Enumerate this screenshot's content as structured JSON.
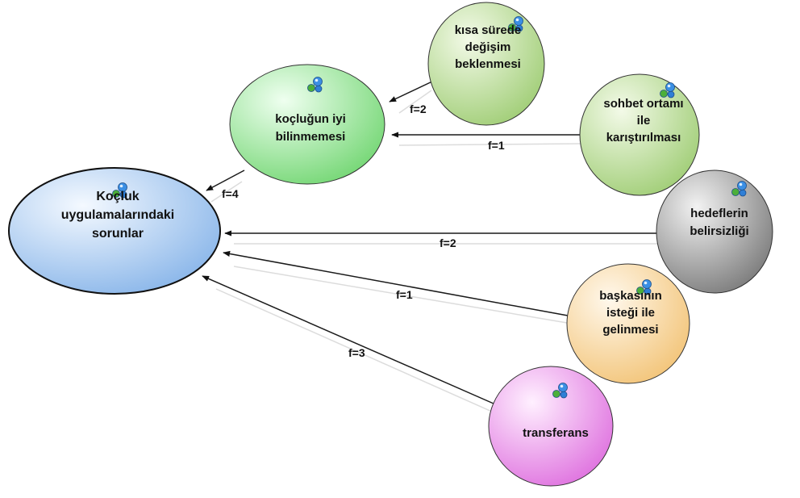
{
  "nodes": {
    "root": {
      "lines": [
        "Koçluk",
        "uygulamalarındaki",
        "sorunlar"
      ],
      "color": "#9cc4f0"
    },
    "bilinmeme": {
      "lines": [
        "koçluğun iyi",
        "bilinmemesi"
      ],
      "color": "#8ee28e"
    },
    "kisa": {
      "lines": [
        "kısa  sürede",
        "değişim",
        "beklenmesi"
      ],
      "color": "#b7d98f"
    },
    "sohbet": {
      "lines": [
        "sohbet ortamı",
        "ile",
        "karıştırılması"
      ],
      "color": "#b7d98f"
    },
    "hedef": {
      "lines": [
        "hedeflerin",
        "belirsizliği"
      ],
      "color": "#9a9a9a"
    },
    "baskasi": {
      "lines": [
        "başkasının",
        "isteği ile",
        "gelinmesi"
      ],
      "color": "#f6d49a"
    },
    "transferans": {
      "lines": [
        "transferans"
      ],
      "color": "#e98ee9"
    }
  },
  "edges": {
    "kisa_bilinmeme": "f=2",
    "sohbet_bilinmeme": "f=1",
    "bilinmeme_root": "f=4",
    "hedef_root": "f=2",
    "baskasi_root": "f=1",
    "transferans_root": "f=3"
  },
  "icon": "cluster-icon"
}
